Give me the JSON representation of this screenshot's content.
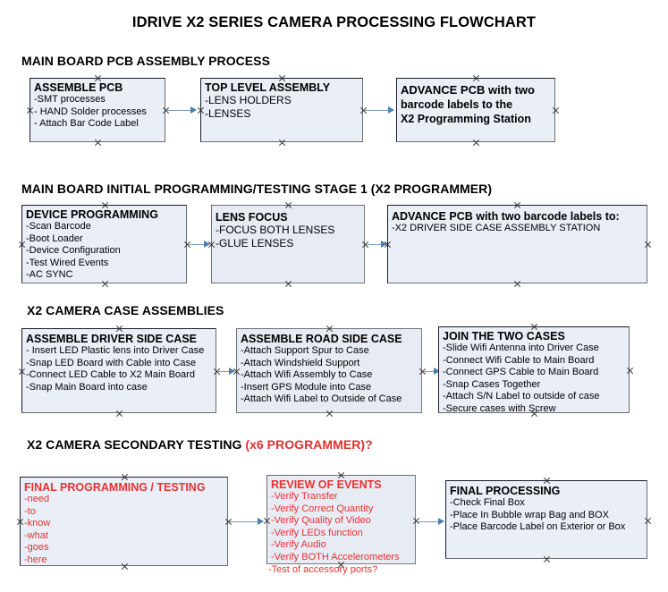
{
  "title": "IDRIVE X2  SERIES CAMERA PROCESSING FLOWCHART",
  "colors": {
    "box_fill": "#e9eef7",
    "box_border": "#1b1b2b",
    "arrow": "#7d9bb5",
    "arrow_head": "#4a7fb0",
    "red_text": "#e83232",
    "black_text": "#000000"
  },
  "sections": [
    {
      "id": "main-board-pcb-assembly",
      "header": "MAIN BOARD PCB ASSEMBLY PROCESS",
      "header_accent": "",
      "boxes": [
        {
          "id": "assemble-pcb",
          "title": "ASSEMBLE PCB",
          "lines": [
            "-SMT processes",
            "- HAND Solder processes",
            "- Attach Bar Code Label"
          ]
        },
        {
          "id": "top-level-assembly",
          "title": "TOP LEVEL ASSEMBLY",
          "lines": [
            "-LENS HOLDERS",
            "-LENSES"
          ]
        },
        {
          "id": "advance-pcb-programming-station",
          "title": "ADVANCE PCB with two",
          "lines": [
            "barcode labels to the",
            " X2 Programming Station"
          ]
        }
      ]
    },
    {
      "id": "main-board-initial-programming",
      "header": "MAIN BOARD INITIAL PROGRAMMING/TESTING STAGE 1 (X2 PROGRAMMER)",
      "header_accent": "",
      "boxes": [
        {
          "id": "device-programming",
          "title": "DEVICE PROGRAMMING",
          "lines": [
            "-Scan Barcode",
            "-Boot Loader",
            "-Device Configuration",
            "-Test Wired Events",
            "-AC SYNC"
          ]
        },
        {
          "id": "lens-focus",
          "title": "LENS FOCUS",
          "lines": [
            "-FOCUS BOTH LENSES",
            "-GLUE LENSES"
          ]
        },
        {
          "id": "advance-pcb-driver-side-case",
          "title": "ADVANCE PCB with two barcode labels to:",
          "lines": [
            "-X2 DRIVER  SIDE  CASE  ASSEMBLY STATION"
          ]
        }
      ]
    },
    {
      "id": "x2-camera-case-assemblies",
      "header": "X2 CAMERA CASE ASSEMBLIES",
      "header_accent": "",
      "boxes": [
        {
          "id": "assemble-driver-side-case",
          "title": "ASSEMBLE DRIVER SIDE CASE",
          "lines": [
            "- Insert LED Plastic lens into Driver Case",
            "-Snap LED Board with Cable into Case",
            "-Connect LED Cable to X2 Main Board",
            "-Snap Main Board into case"
          ]
        },
        {
          "id": "assemble-road-side-case",
          "title": "ASSEMBLE ROAD SIDE CASE",
          "lines": [
            "-Attach Support Spur to Case",
            "-Attach Windshield Support",
            "-Attach Wifi Assembly to Case",
            "-Insert GPS Module into Case",
            "-Attach Wifi Label to Outside of Case"
          ]
        },
        {
          "id": "join-the-two-cases",
          "title": "JOIN THE TWO CASES",
          "lines": [
            "-Slide Wifi Antenna into Driver Case",
            "-Connect Wifi Cable to Main Board",
            "-Connect GPS Cable to Main Board",
            "-Snap Cases Together",
            "-Attach S/N Label to outside of case",
            "-Secure cases with Screw"
          ]
        }
      ]
    },
    {
      "id": "x2-camera-secondary-testing",
      "header": "X2 CAMERA SECONDARY TESTING ",
      "header_accent": "(x6 PROGRAMMER)?",
      "boxes": [
        {
          "id": "final-programming-testing",
          "title": "FINAL PROGRAMMING / TESTING",
          "lines": [
            "-need",
            "-to",
            "-know",
            "-what",
            "-goes",
            "-here"
          ]
        },
        {
          "id": "review-of-events",
          "title": "REVIEW OF EVENTS",
          "lines": [
            "-Verify Transfer",
            "-Verify Correct Quantity",
            "-Verify Quality of Video",
            "-Verify LEDs function",
            "-Verify Audio",
            "-Verify BOTH Accelerometers"
          ],
          "overflow_line": "-Test of accessory ports?"
        },
        {
          "id": "final-processing",
          "title": "FINAL PROCESSING",
          "lines": [
            " -Check Final Box",
            "-Place In Bubble wrap Bag and BOX",
            "-Place Barcode Label on Exterior or Box"
          ]
        }
      ]
    }
  ]
}
